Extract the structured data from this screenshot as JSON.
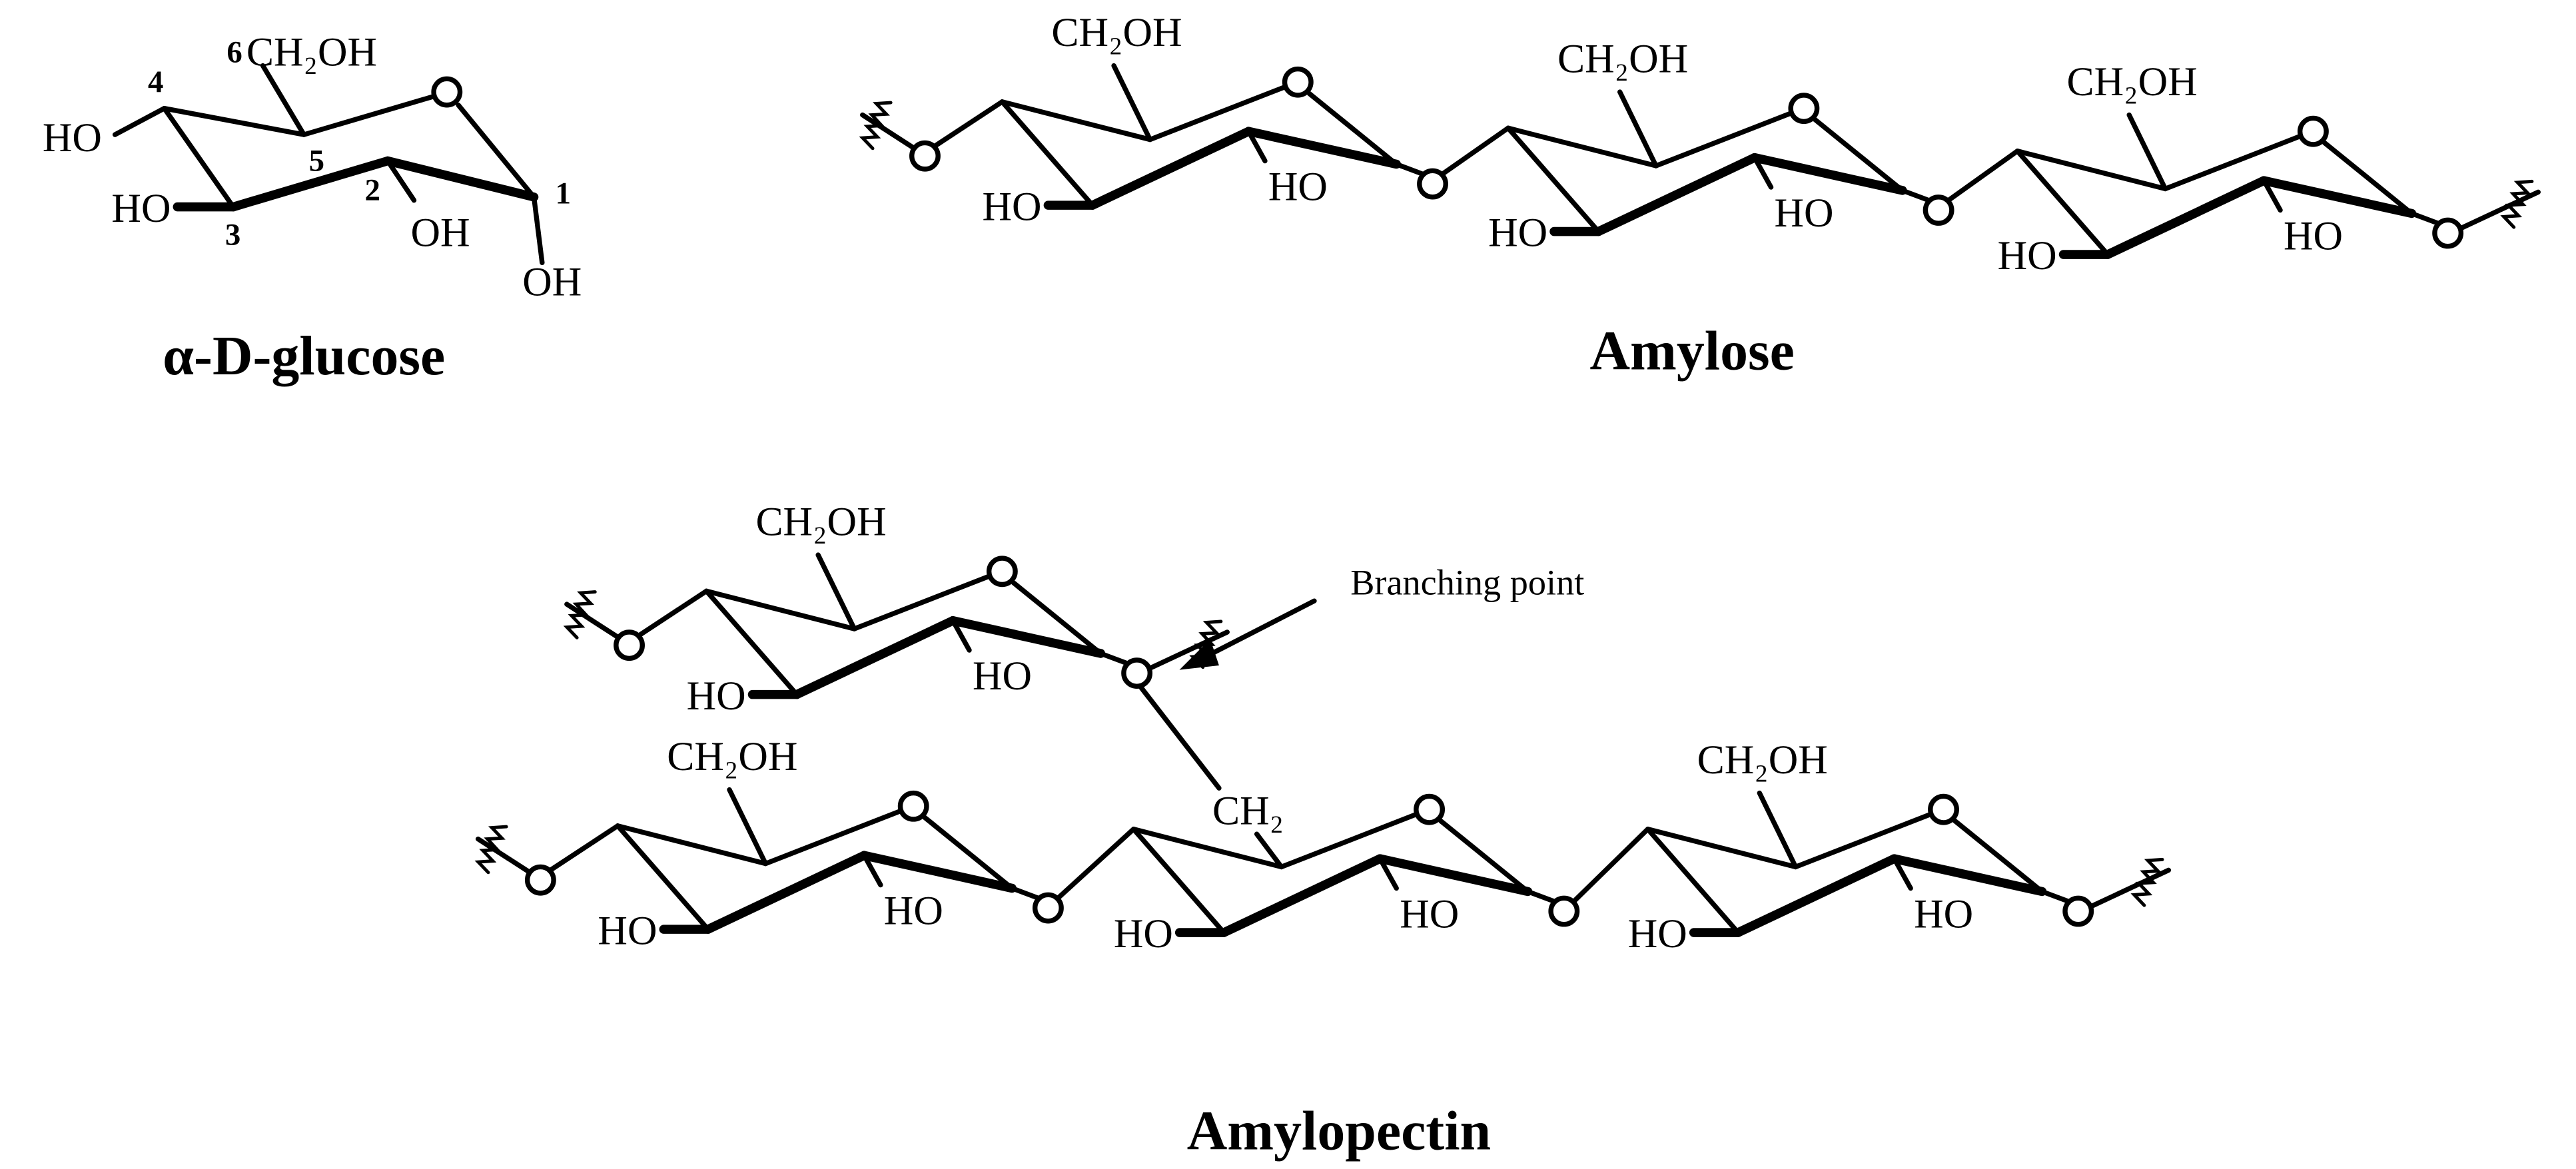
{
  "labels": {
    "ch2oh": "CH₂OH",
    "ch2": "CH₂",
    "ho": "HO",
    "oh": "OH"
  },
  "glucose": {
    "title": "α-D-glucose",
    "carbon_numbers": [
      "1",
      "2",
      "3",
      "4",
      "5",
      "6"
    ]
  },
  "amylose": {
    "title": "Amylose"
  },
  "amylopectin": {
    "title": "Amylopectin",
    "branching_label": "Branching point"
  },
  "colors": {
    "ink": "#000000",
    "background": "#ffffff"
  }
}
